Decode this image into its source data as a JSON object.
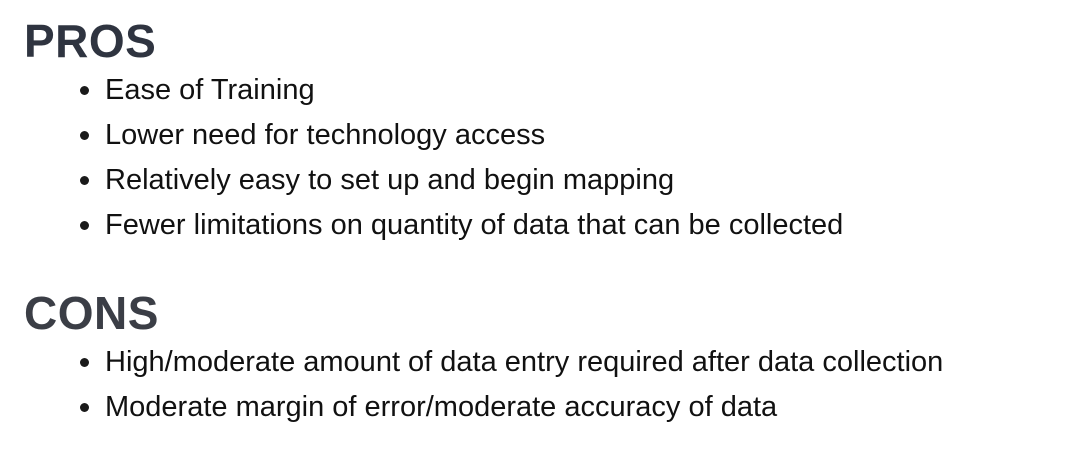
{
  "pros": {
    "heading": "PROS",
    "items": [
      "Ease of Training",
      "Lower need for technology access",
      "Relatively easy to set up and begin mapping",
      "Fewer limitations on quantity of data that can be collected"
    ]
  },
  "cons": {
    "heading": "CONS",
    "items": [
      "High/moderate amount of data entry required after data collection",
      "Moderate margin of error/moderate accuracy of data"
    ]
  },
  "colors": {
    "heading": "#2f3440",
    "text": "#111111",
    "background": "#ffffff"
  }
}
